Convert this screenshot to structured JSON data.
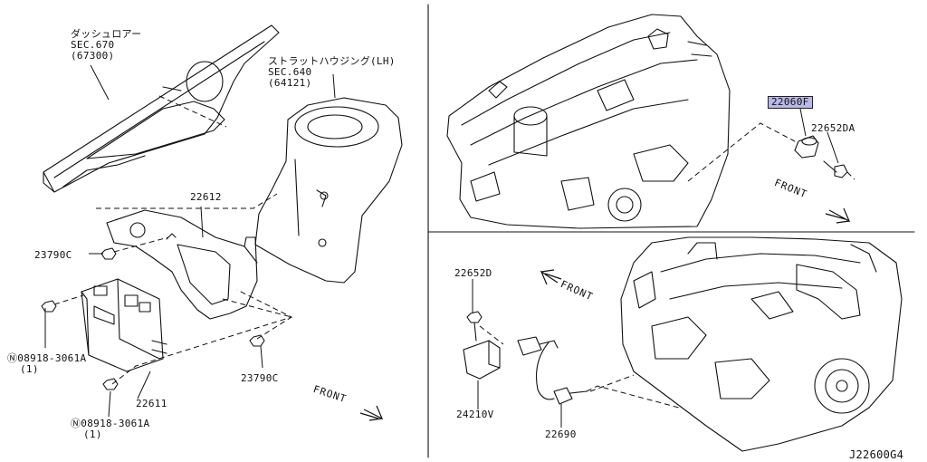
{
  "highlight_color": "#b9b8e6",
  "left_panel": {
    "dash_lower": {
      "name": "ダッシュロアー",
      "sec": "SEC.670",
      "ref": "(67300)"
    },
    "strut_housing": {
      "name": "ストラットハウジング(LH)",
      "sec": "SEC.640",
      "ref": "(64121)"
    },
    "parts": {
      "bracket": "22612",
      "ecm": "22611",
      "nut_upper": "23790C",
      "nut_lower": "23790C",
      "bolt_upper": {
        "number": "Ⓝ08918-3061A",
        "qty": "(1)"
      },
      "bolt_lower": {
        "number": "Ⓝ08918-3061A",
        "qty": "(1)"
      }
    },
    "front_label": "FRONT"
  },
  "top_right_panel": {
    "highlight_part": "22060F",
    "bolt": "22652DA",
    "front_label": "FRONT"
  },
  "bottom_right_panel": {
    "bolt": "22652D",
    "bracket": "24210V",
    "sensor": "22690",
    "front_label": "FRONT"
  },
  "diagram_code": "J22600G4"
}
